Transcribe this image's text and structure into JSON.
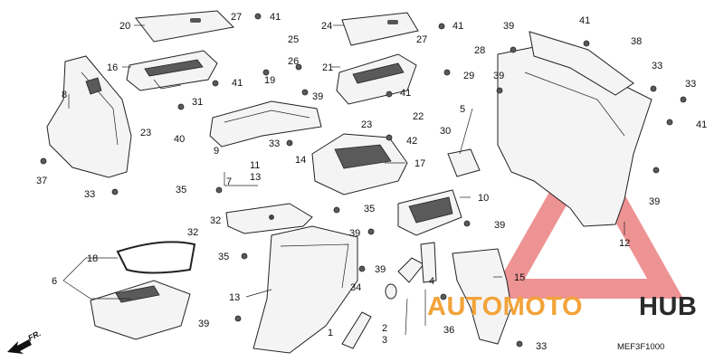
{
  "diagram_code": "MEF3F1000",
  "direction_label": "FR.",
  "watermark": {
    "text_left": "AUTOMOTO",
    "text_right": "HUB",
    "color_left": "#f2a33a",
    "color_right": "#2b2b2b",
    "triangle_color": "#e03a3a"
  },
  "callouts": [
    {
      "id": "c20",
      "text": "20"
    },
    {
      "id": "c27a",
      "text": "27"
    },
    {
      "id": "c41a",
      "text": "41"
    },
    {
      "id": "c24",
      "text": "24"
    },
    {
      "id": "c41b",
      "text": "41"
    },
    {
      "id": "c39a",
      "text": "39"
    },
    {
      "id": "c41c",
      "text": "41"
    },
    {
      "id": "c25",
      "text": "25"
    },
    {
      "id": "c27b",
      "text": "27"
    },
    {
      "id": "c28",
      "text": "28"
    },
    {
      "id": "c38",
      "text": "38"
    },
    {
      "id": "c16",
      "text": "16"
    },
    {
      "id": "c26",
      "text": "26"
    },
    {
      "id": "c21",
      "text": "21"
    },
    {
      "id": "c29",
      "text": "29"
    },
    {
      "id": "c33a",
      "text": "33"
    },
    {
      "id": "c19",
      "text": "19"
    },
    {
      "id": "c41d",
      "text": "41"
    },
    {
      "id": "c39b",
      "text": "39"
    },
    {
      "id": "c33b",
      "text": "33"
    },
    {
      "id": "c8",
      "text": "8"
    },
    {
      "id": "c39c",
      "text": "39"
    },
    {
      "id": "c41e",
      "text": "41"
    },
    {
      "id": "c31",
      "text": "31"
    },
    {
      "id": "c22",
      "text": "22"
    },
    {
      "id": "c5",
      "text": "5"
    },
    {
      "id": "c23a",
      "text": "23"
    },
    {
      "id": "c23b",
      "text": "23"
    },
    {
      "id": "c41f",
      "text": "41"
    },
    {
      "id": "c40",
      "text": "40"
    },
    {
      "id": "c30",
      "text": "30"
    },
    {
      "id": "c42",
      "text": "42"
    },
    {
      "id": "c9",
      "text": "9"
    },
    {
      "id": "c33c",
      "text": "33"
    },
    {
      "id": "c14",
      "text": "14"
    },
    {
      "id": "c17",
      "text": "17"
    },
    {
      "id": "c11",
      "text": "11"
    },
    {
      "id": "c37",
      "text": "37"
    },
    {
      "id": "c13a",
      "text": "13"
    },
    {
      "id": "c7",
      "text": "7"
    },
    {
      "id": "c35a",
      "text": "35"
    },
    {
      "id": "c33d",
      "text": "33"
    },
    {
      "id": "c10",
      "text": "10"
    },
    {
      "id": "c39d",
      "text": "39"
    },
    {
      "id": "c35b",
      "text": "35"
    },
    {
      "id": "c32a",
      "text": "32"
    },
    {
      "id": "c39e",
      "text": "39"
    },
    {
      "id": "c12",
      "text": "12"
    },
    {
      "id": "c32b",
      "text": "32"
    },
    {
      "id": "c39f",
      "text": "39"
    },
    {
      "id": "c18",
      "text": "18"
    },
    {
      "id": "c35c",
      "text": "35"
    },
    {
      "id": "c39g",
      "text": "39"
    },
    {
      "id": "c6",
      "text": "6"
    },
    {
      "id": "c15",
      "text": "15"
    },
    {
      "id": "c4",
      "text": "4"
    },
    {
      "id": "c34",
      "text": "34"
    },
    {
      "id": "c13b",
      "text": "13"
    },
    {
      "id": "c36",
      "text": "36"
    },
    {
      "id": "c39h",
      "text": "39"
    },
    {
      "id": "c1",
      "text": "1"
    },
    {
      "id": "c2",
      "text": "2"
    },
    {
      "id": "c3",
      "text": "3"
    },
    {
      "id": "c33e",
      "text": "33"
    }
  ]
}
